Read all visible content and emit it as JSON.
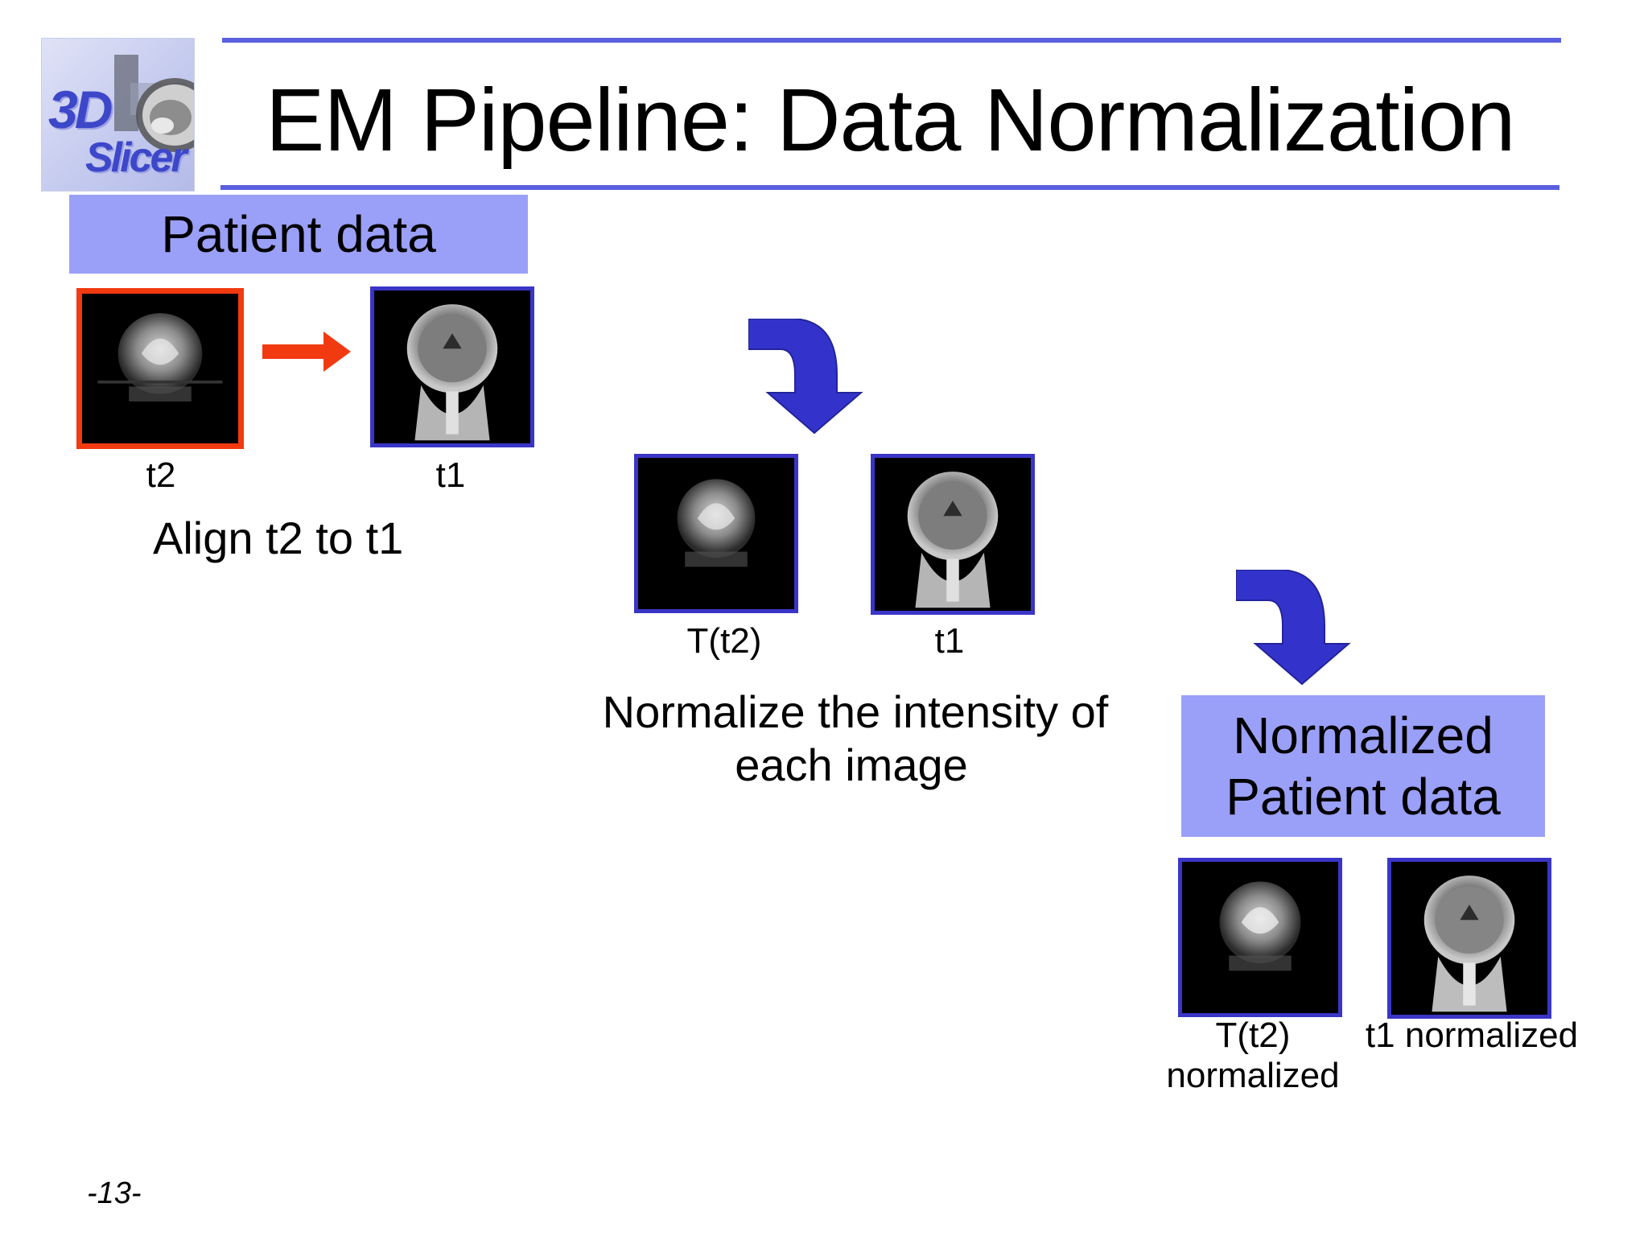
{
  "slide": {
    "logo": {
      "line1": "3D",
      "line2": "Slicer",
      "icon": "3d-slicer-logo"
    },
    "title": "EM Pipeline: Data Normalization",
    "patient_data_label": "Patient data",
    "step1": {
      "image_left_label": "t2",
      "image_right_label": "t1",
      "caption": "Align t2 to t1"
    },
    "step2": {
      "image_left_label": "T(t2)",
      "image_right_label": "t1",
      "caption_line1": "Normalize the intensity of",
      "caption_line2": "each image"
    },
    "normalized_label_line1": "Normalized",
    "normalized_label_line2": "Patient data",
    "step3": {
      "image_left_label_line1": "T(t2)",
      "image_left_label_line2": "normalized",
      "image_right_label": "t1 normalized"
    },
    "page_number": "-13-",
    "colors": {
      "accent": "#5a5fe0",
      "label_box": "#9aa0f7",
      "frame_blue": "#3a35c7",
      "frame_red": "#f23a10",
      "arrow_blue": "#3333cc",
      "arrow_red": "#f23a10"
    }
  }
}
